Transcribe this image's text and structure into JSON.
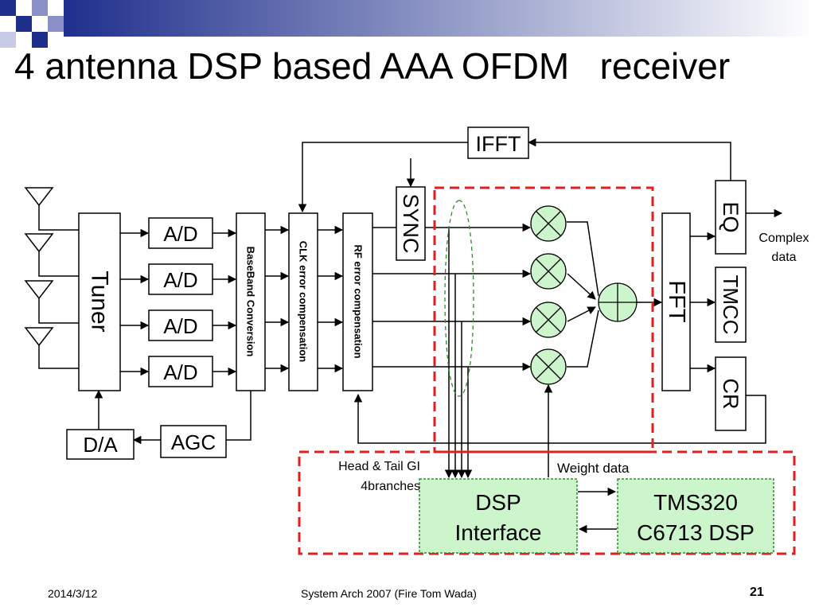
{
  "slide": {
    "title": "4 antenna DSP based AAA OFDM   receiver",
    "footer_date": "2014/3/12",
    "footer_center": "System Arch 2007  (Fire Tom Wada)",
    "page_number": "21"
  },
  "colors": {
    "accent": "#1f2f8c",
    "dashed_region": "#e02020",
    "multiplier_fill": "#ccf5cc",
    "dsp_box_fill": "#ccf5cc",
    "dsp_box_border": "#2e8b2e"
  },
  "diagram": {
    "ifft": "IFFT",
    "sync": "SYNC",
    "eq": "EQ",
    "tuner": "Tuner",
    "ad_labels": [
      "A/D",
      "A/D",
      "A/D",
      "A/D"
    ],
    "baseband": "BaseBand Conversion",
    "clk": "CLK error compensation",
    "rf": "RF error compensation",
    "fft": "FFT",
    "tmcc": "TMCC",
    "cr": "CR",
    "da": "D/A",
    "agc": "AGC",
    "complex_data": [
      "Complex",
      "data"
    ],
    "head_tail": [
      "Head & Tail GI",
      "4branches"
    ],
    "weight_data": "Weight data",
    "dsp_interface": [
      "DSP",
      "Interface"
    ],
    "tms320": [
      "TMS320",
      "C6713 DSP"
    ]
  }
}
